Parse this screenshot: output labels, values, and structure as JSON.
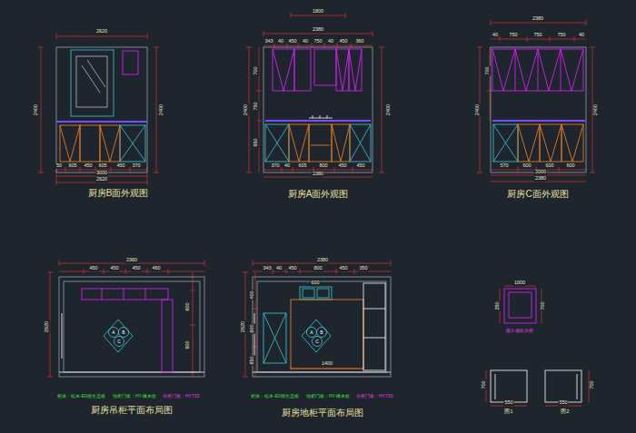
{
  "diagram": {
    "labels": [
      "2620",
      "2400",
      "2400",
      "50",
      "605",
      "450",
      "605",
      "450",
      "370",
      "3000",
      "2620",
      "厨房B面外观图",
      "1800",
      "2380",
      "343",
      "40",
      "450",
      "40",
      "750",
      "40",
      "450",
      "360",
      "2400",
      "700",
      "750",
      "850",
      "2400",
      "370",
      "40",
      "605",
      "800",
      "450",
      "450",
      "2380",
      "厨房A面外观图",
      "2380",
      "40",
      "750",
      "750",
      "750",
      "40",
      "2400",
      "700",
      "2400",
      "570",
      "600",
      "600",
      "600",
      "2000",
      "2380",
      "厨房C面外观图",
      "2360",
      "450",
      "450",
      "450",
      "460",
      "2620",
      "600",
      "900",
      "A",
      "B",
      "C",
      "柜体：松木-E0级生态板",
      "地柜门板：HY-橡木纹",
      "吊柜门板：HY733",
      "厨房吊柜平面布局图",
      "2380",
      "343",
      "40",
      "450",
      "800",
      "450",
      "350",
      "2620",
      "400",
      "600",
      "850",
      "600",
      "1400",
      "A",
      "B",
      "C",
      "柜体：松木-E0级生态板",
      "地柜门板：HY-橡木纹",
      "吊柜门板：HY733",
      "厨房地柜平面布局图",
      "1000",
      "350",
      "700",
      "图3-烟机吊柜",
      "700",
      "550",
      "图1",
      "700",
      "550",
      "图2"
    ]
  }
}
